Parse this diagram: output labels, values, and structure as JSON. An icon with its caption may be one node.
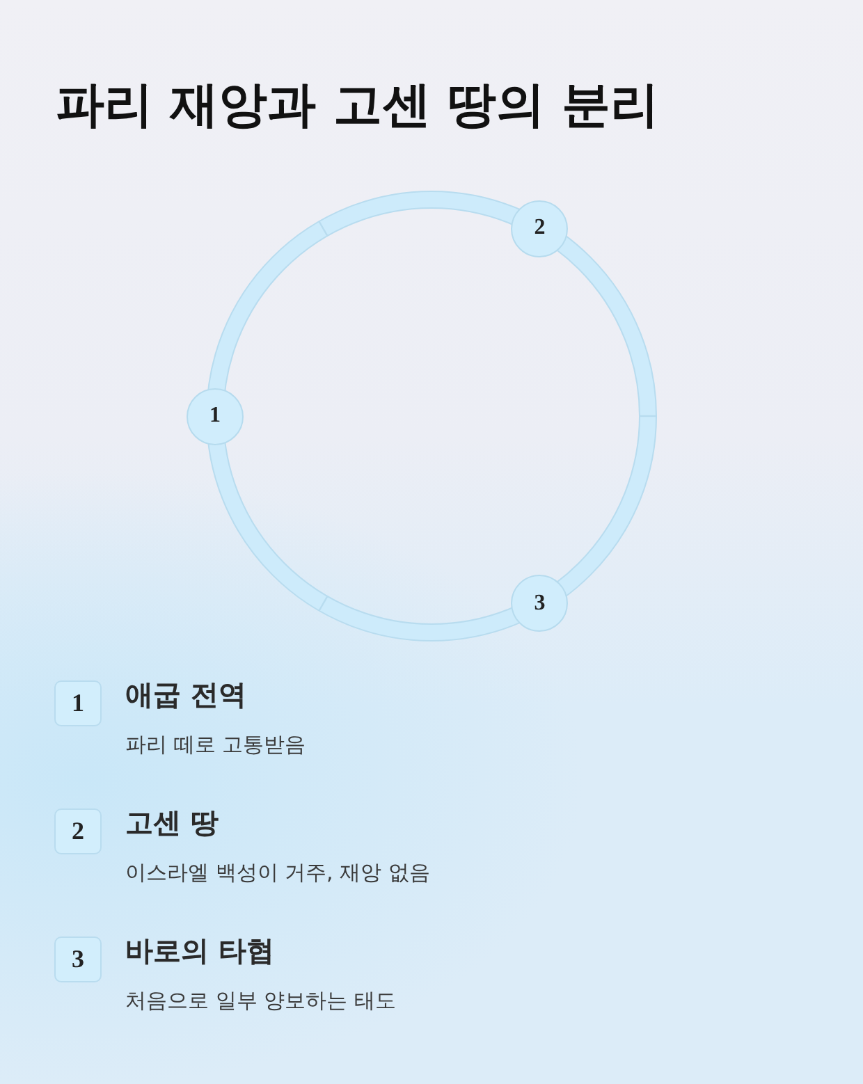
{
  "diagram": {
    "title": "파리 재앙과 고센 땅의 분리",
    "nodes": [
      {
        "text": [
          "1"
        ]
      },
      {
        "text": [
          "2"
        ]
      },
      {
        "text": [
          "3"
        ]
      },
      {
        "text": [
          "1"
        ],
        "beside": [
          "애굽 전역",
          "파리 떼로 고통받음"
        ]
      },
      {
        "text": [
          "2"
        ],
        "beside": [
          "고센 땅",
          "이스라엘 백성이 거주, 재앙 없음"
        ]
      },
      {
        "text": [
          "3"
        ],
        "beside": [
          "바로의 타협",
          "처음으로 일부 양보하는 태도"
        ]
      }
    ]
  }
}
